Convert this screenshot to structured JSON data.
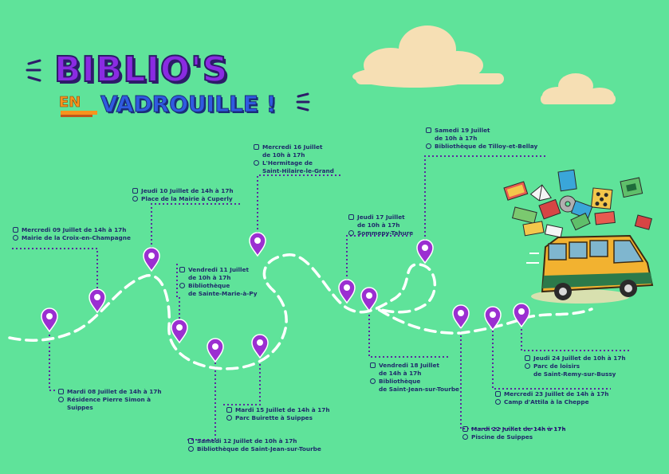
{
  "title": {
    "line1": "BIBLIO'S",
    "en": "EN",
    "line2": "VADROUILLE !"
  },
  "events": [
    {
      "id": "mar08",
      "lines": [
        "Mardi 08 Juillet de 14h à 17h",
        "Résidence Pierre Simon à",
        "Suippes"
      ]
    },
    {
      "id": "mer09",
      "lines": [
        "Mercredi 09 Juillet de 14h à 17h",
        "Mairie de la Croix-en-Champagne"
      ]
    },
    {
      "id": "jeu10",
      "lines": [
        "Jeudi 10 Juillet de 14h à 17h",
        "Place de la Mairie à Cuperly"
      ]
    },
    {
      "id": "ven11",
      "lines": [
        "Vendredi 11 Juillet",
        "de 10h à 17h",
        "Bibliothèque",
        "de Sainte-Marie-à-Py"
      ]
    },
    {
      "id": "sam12",
      "lines": [
        "Samedi 12 Juillet de 10h à 17h",
        "Bibliothèque de Saint-Jean-sur-Tourbe"
      ]
    },
    {
      "id": "mar15",
      "lines": [
        "Mardi 15 Juillet de 14h à 17h",
        "Parc Buirette à Suippes"
      ]
    },
    {
      "id": "mer16",
      "lines": [
        "Mercredi 16 Juillet",
        "de 10h à 17h",
        "L'Hermitage de",
        "Saint-Hilaire-le-Grand"
      ]
    },
    {
      "id": "jeu17",
      "lines": [
        "Jeudi 17 Juillet",
        "de 10h à 17h",
        "Sommepy-Tahure"
      ]
    },
    {
      "id": "ven18",
      "lines": [
        "Vendredi 18 Juillet",
        "de 14h à 17h",
        "Bibliothèque",
        "de Saint-Jean-sur-Tourbe"
      ]
    },
    {
      "id": "sam19",
      "lines": [
        "Samedi 19 Juillet",
        "de 10h à 17h",
        "Bibliothèque de Tilloy-et-Bellay"
      ]
    },
    {
      "id": "mar22",
      "lines": [
        "Mardi 22 Juillet de 14h à 17h",
        "Piscine de Suippes"
      ]
    },
    {
      "id": "mer23",
      "lines": [
        "Mercredi 23 Juillet de 14h à 17h",
        "Camp d'Attila à la Cheppe"
      ]
    },
    {
      "id": "jeu24",
      "lines": [
        "Jeudi 24 Juillet de 10h à 17h",
        "Parc de loisirs",
        "de Saint-Remy-sur-Bussy"
      ]
    }
  ],
  "colors": {
    "background": "#5fe39a",
    "pin": "#9b2fd1",
    "route": "#ffffff",
    "connector": "#5b2a9e",
    "text": "#1f2b6b"
  }
}
